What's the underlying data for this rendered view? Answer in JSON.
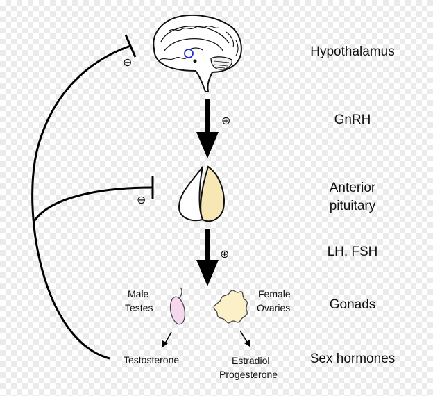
{
  "stages": {
    "hypothalamus": "Hypothalamus",
    "gnrh": "GnRH",
    "anterior_pituitary_line1": "Anterior",
    "anterior_pituitary_line2": "pituitary",
    "lh_fsh": "LH, FSH",
    "gonads": "Gonads",
    "sex_hormones": "Sex hormones"
  },
  "gonads": {
    "male_line1": "Male",
    "male_line2": "Testes",
    "female_line1": "Female",
    "female_line2": "Ovaries"
  },
  "hormones": {
    "male": "Testosterone",
    "female_line1": "Estradiol",
    "female_line2": "Progesterone"
  },
  "signs": {
    "stimulate_gnrh": "⊕",
    "stimulate_lh_fsh": "⊕",
    "inhibit_hypothalamus": "⊖",
    "inhibit_pituitary": "⊖"
  }
}
